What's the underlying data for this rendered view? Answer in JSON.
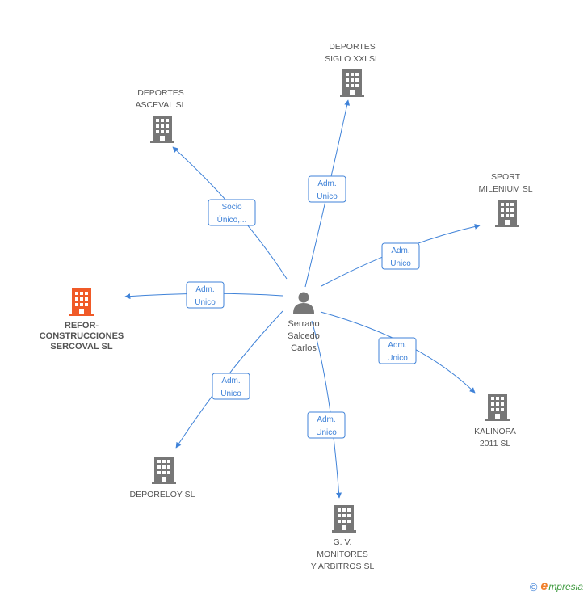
{
  "center": {
    "lines": [
      "Serrano",
      "Salcedo",
      "Carlos"
    ],
    "icon": "person-icon",
    "color": "#777777"
  },
  "colors": {
    "edge": "#3f82d8",
    "building": "#777777",
    "focus_building": "#f05a28",
    "text": "#555555"
  },
  "nodes": [
    {
      "id": "deportes-siglo-xxi",
      "lines": [
        "DEPORTES",
        "SIGLO XXI SL"
      ],
      "icon": "building-icon",
      "focus": false,
      "role_lines": [
        "Adm.",
        "Unico"
      ]
    },
    {
      "id": "deportes-asceval",
      "lines": [
        "DEPORTES",
        "ASCEVAL SL"
      ],
      "icon": "building-icon",
      "focus": false,
      "role_lines": [
        "Socio",
        "Único,..."
      ]
    },
    {
      "id": "sport-milenium",
      "lines": [
        "SPORT",
        "MILENIUM SL"
      ],
      "icon": "building-icon",
      "focus": false,
      "role_lines": [
        "Adm.",
        "Unico"
      ]
    },
    {
      "id": "refor-construcciones",
      "lines": [
        "REFOR-",
        "CONSTRUCCIONES",
        "SERCOVAL SL"
      ],
      "icon": "building-icon",
      "focus": true,
      "role_lines": [
        "Adm.",
        "Unico"
      ]
    },
    {
      "id": "kalinopa",
      "lines": [
        "KALINOPA",
        "2011 SL"
      ],
      "icon": "building-icon",
      "focus": false,
      "role_lines": [
        "Adm.",
        "Unico"
      ]
    },
    {
      "id": "deporeloy",
      "lines": [
        "DEPORELOY SL"
      ],
      "icon": "building-icon",
      "focus": false,
      "role_lines": [
        "Adm.",
        "Unico"
      ]
    },
    {
      "id": "gv-monitores",
      "lines": [
        "G. V.",
        "MONITORES",
        "Y ARBITROS SL"
      ],
      "icon": "building-icon",
      "focus": false,
      "role_lines": [
        "Adm.",
        "Unico"
      ]
    }
  ],
  "footer": {
    "copyright_symbol": "©",
    "brand_initial": "e",
    "brand_rest": "mpresia"
  }
}
